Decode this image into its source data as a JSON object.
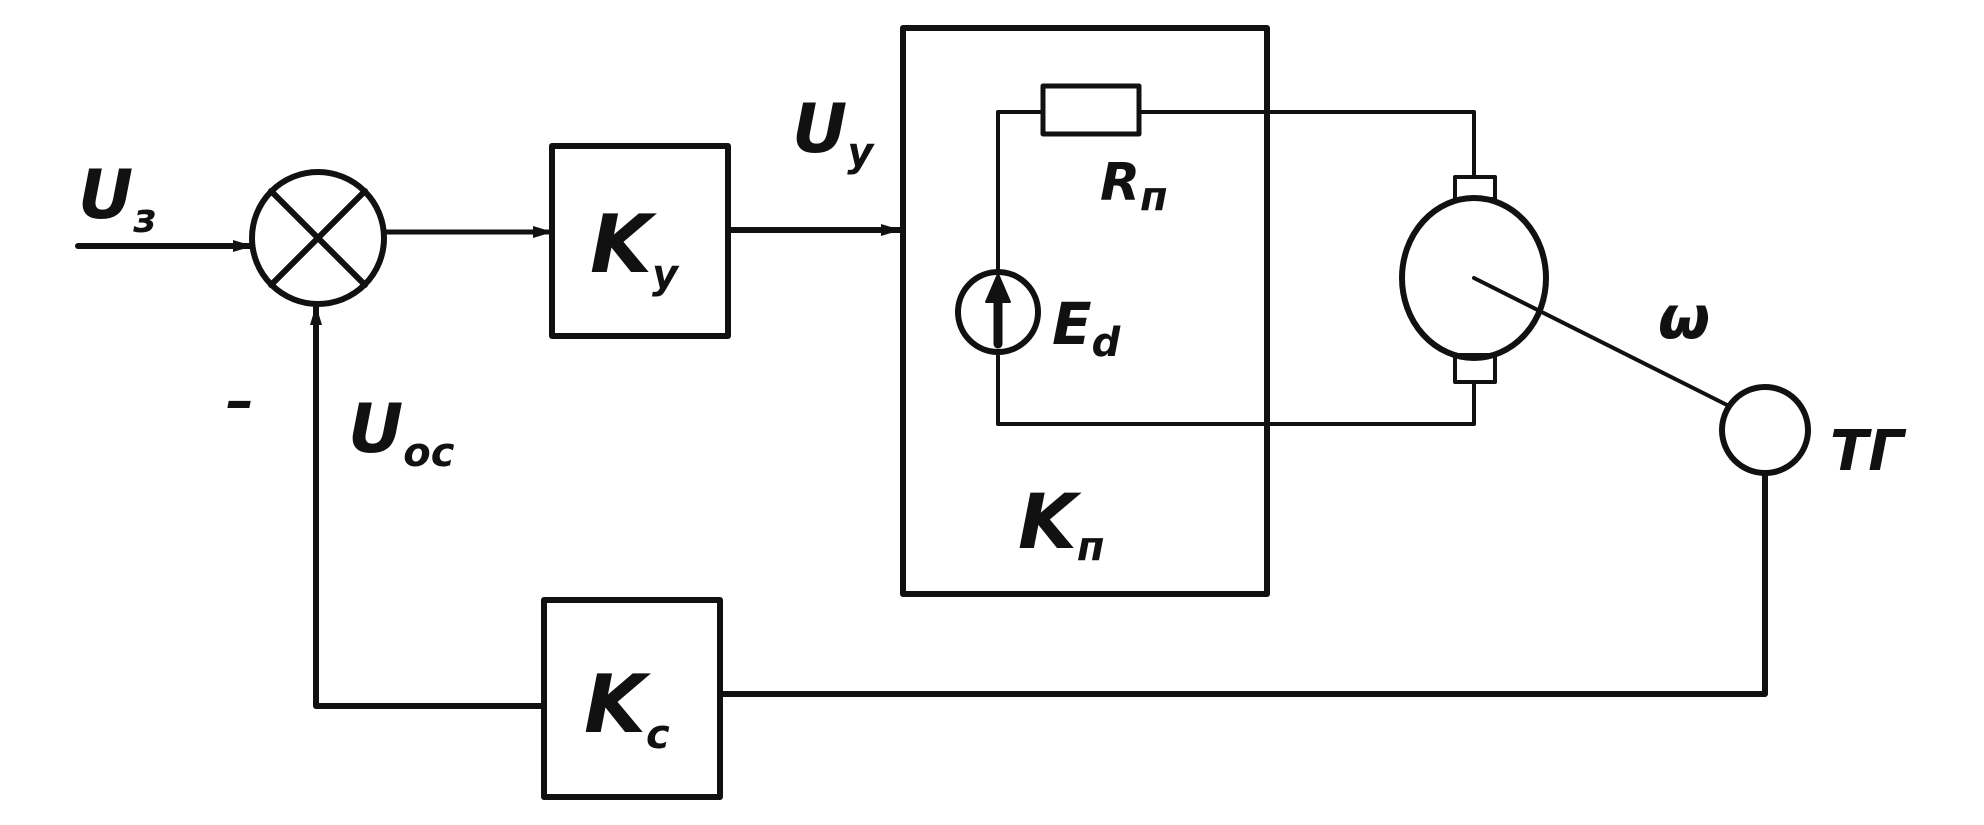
{
  "diagram": {
    "input_label": {
      "main": "U",
      "sub": "з"
    },
    "minus_sign": "–",
    "feedback_voltage_label": {
      "main": "U",
      "sub": "ос"
    },
    "control_voltage_label": {
      "main": "U",
      "sub": "у"
    },
    "amplifier_block": {
      "main": "K",
      "sub": "у"
    },
    "converter_block": {
      "main": "K",
      "sub": "п"
    },
    "feedback_block": {
      "main": "K",
      "sub": "с"
    },
    "resistor_label": {
      "main": "R",
      "sub": "п"
    },
    "emf_label": {
      "main": "E",
      "sub": "d"
    },
    "speed_label": "ω",
    "tachogenerator_label": "ТГ",
    "line_color": "#111111",
    "background_color": "#ffffff"
  }
}
